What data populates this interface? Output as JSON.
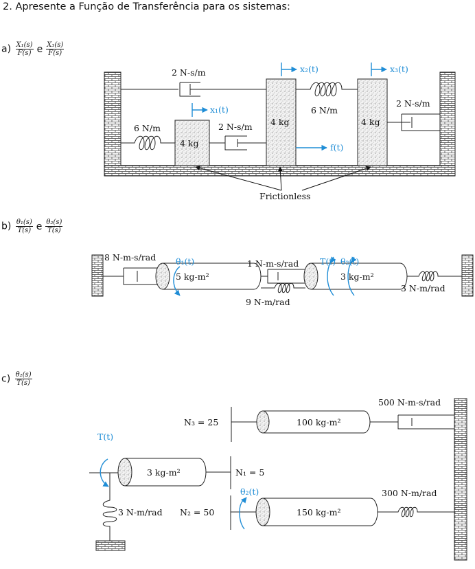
{
  "heading": "2. Apresente a Função de Transferência para os sistemas:",
  "parts": {
    "a": {
      "label": "a)",
      "f1_num": "X₁(s)",
      "f1_den": "F(s)",
      "conj": "e",
      "f2_num": "X₃(s)",
      "f2_den": "F(s)"
    },
    "b": {
      "label": "b)",
      "f1_num": "θ₁(s)",
      "f1_den": "T(s)",
      "conj": "e",
      "f2_num": "θ₂(s)",
      "f2_den": "T(s)"
    },
    "c": {
      "label": "c)",
      "f1_num": "θ₂(s)",
      "f1_den": "T(s)"
    }
  },
  "fig_a": {
    "damper_top": "2 N-s/m",
    "x2": "x₂(t)",
    "x3": "x₃(t)",
    "x1": "x₁(t)",
    "spring_left": "6 N/m",
    "mass1": "4 kg",
    "damper_mid": "2 N-s/m",
    "mass2": "4 kg",
    "spring_mid": "6 N/m",
    "mass3": "4 kg",
    "damper_right": "2 N-s/m",
    "force": "f(t)",
    "frictionless": "Frictionless"
  },
  "fig_b": {
    "damper_left": "8 N-m-s/rad",
    "theta1": "θ₁(t)",
    "inertia1": "5 kg-m²",
    "damper_mid": "1 N-m-s/rad",
    "spring_mid": "9 N-m/rad",
    "torque": "T(t)",
    "theta2": "θ₂(t)",
    "inertia2": "3 kg-m²",
    "spring_right": "3 N-m/rad"
  },
  "fig_c": {
    "damper": "500 N-m-s/rad",
    "n3": "N₃ = 25",
    "inertia_top": "100 kg-m²",
    "torque": "T(t)",
    "inertia_left": "3 kg-m²",
    "n1": "N₁ = 5",
    "theta2": "θ₂(t)",
    "spring_right": "300 N-m/rad",
    "spring_left": "3 N-m/rad",
    "n2": "N₂ = 50",
    "inertia_bottom": "150 kg-m²"
  },
  "colors": {
    "accent": "#1f8dd6",
    "ink": "#111111"
  }
}
